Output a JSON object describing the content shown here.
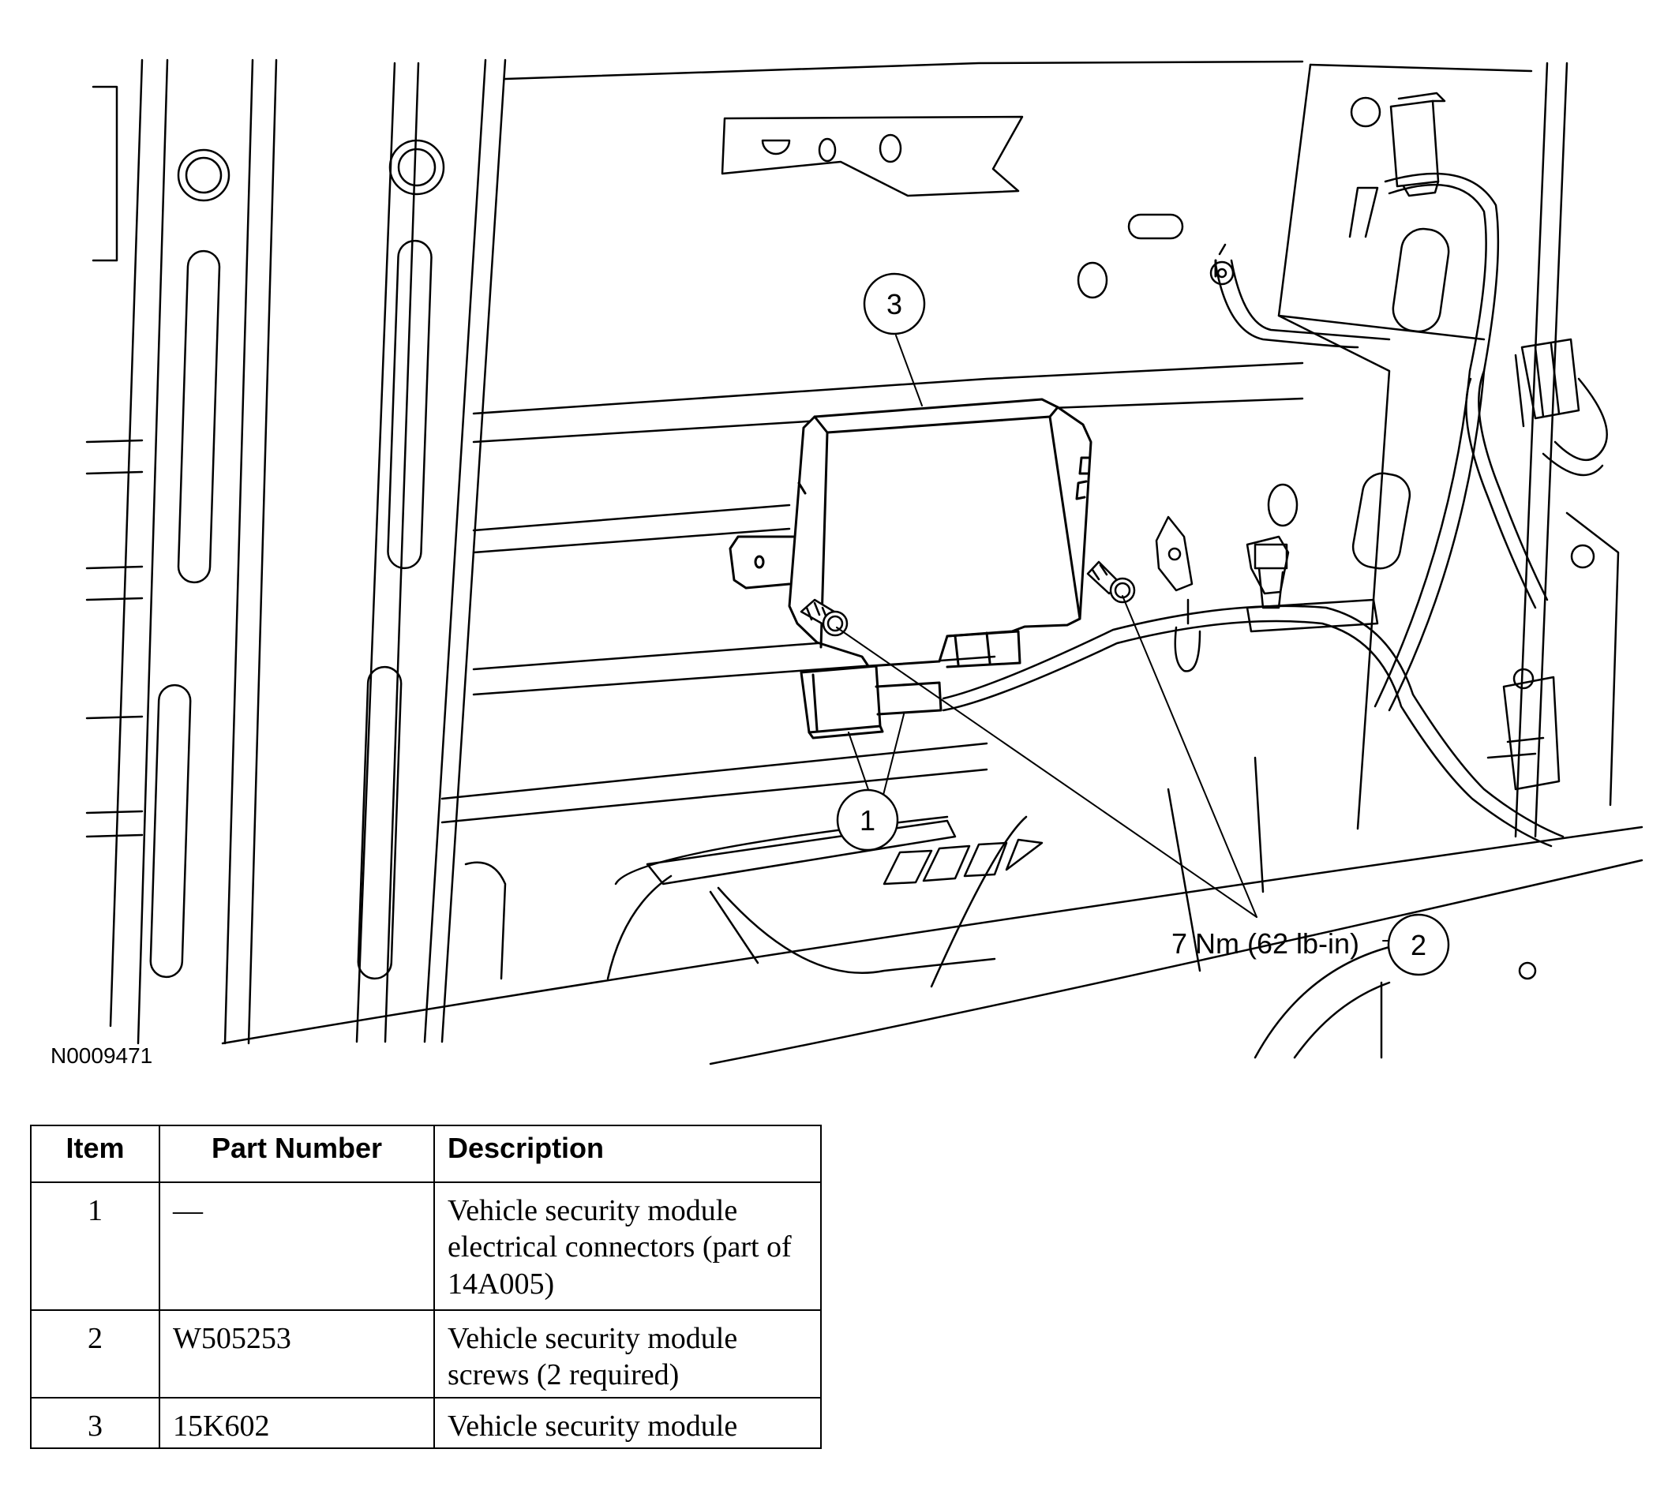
{
  "figure": {
    "id": "N0009471",
    "callouts": [
      "1",
      "2",
      "3"
    ],
    "torque_spec": "7 Nm (62 lb-in)"
  },
  "table": {
    "headers": [
      "Item",
      "Part Number",
      "Description"
    ],
    "rows": [
      {
        "item": "1",
        "part_number": "—",
        "description": "Vehicle security module electrical connectors (part of 14A005)"
      },
      {
        "item": "2",
        "part_number": "W505253",
        "description": "Vehicle security module screws (2 required)"
      },
      {
        "item": "3",
        "part_number": "15K602",
        "description": "Vehicle security module"
      }
    ]
  }
}
